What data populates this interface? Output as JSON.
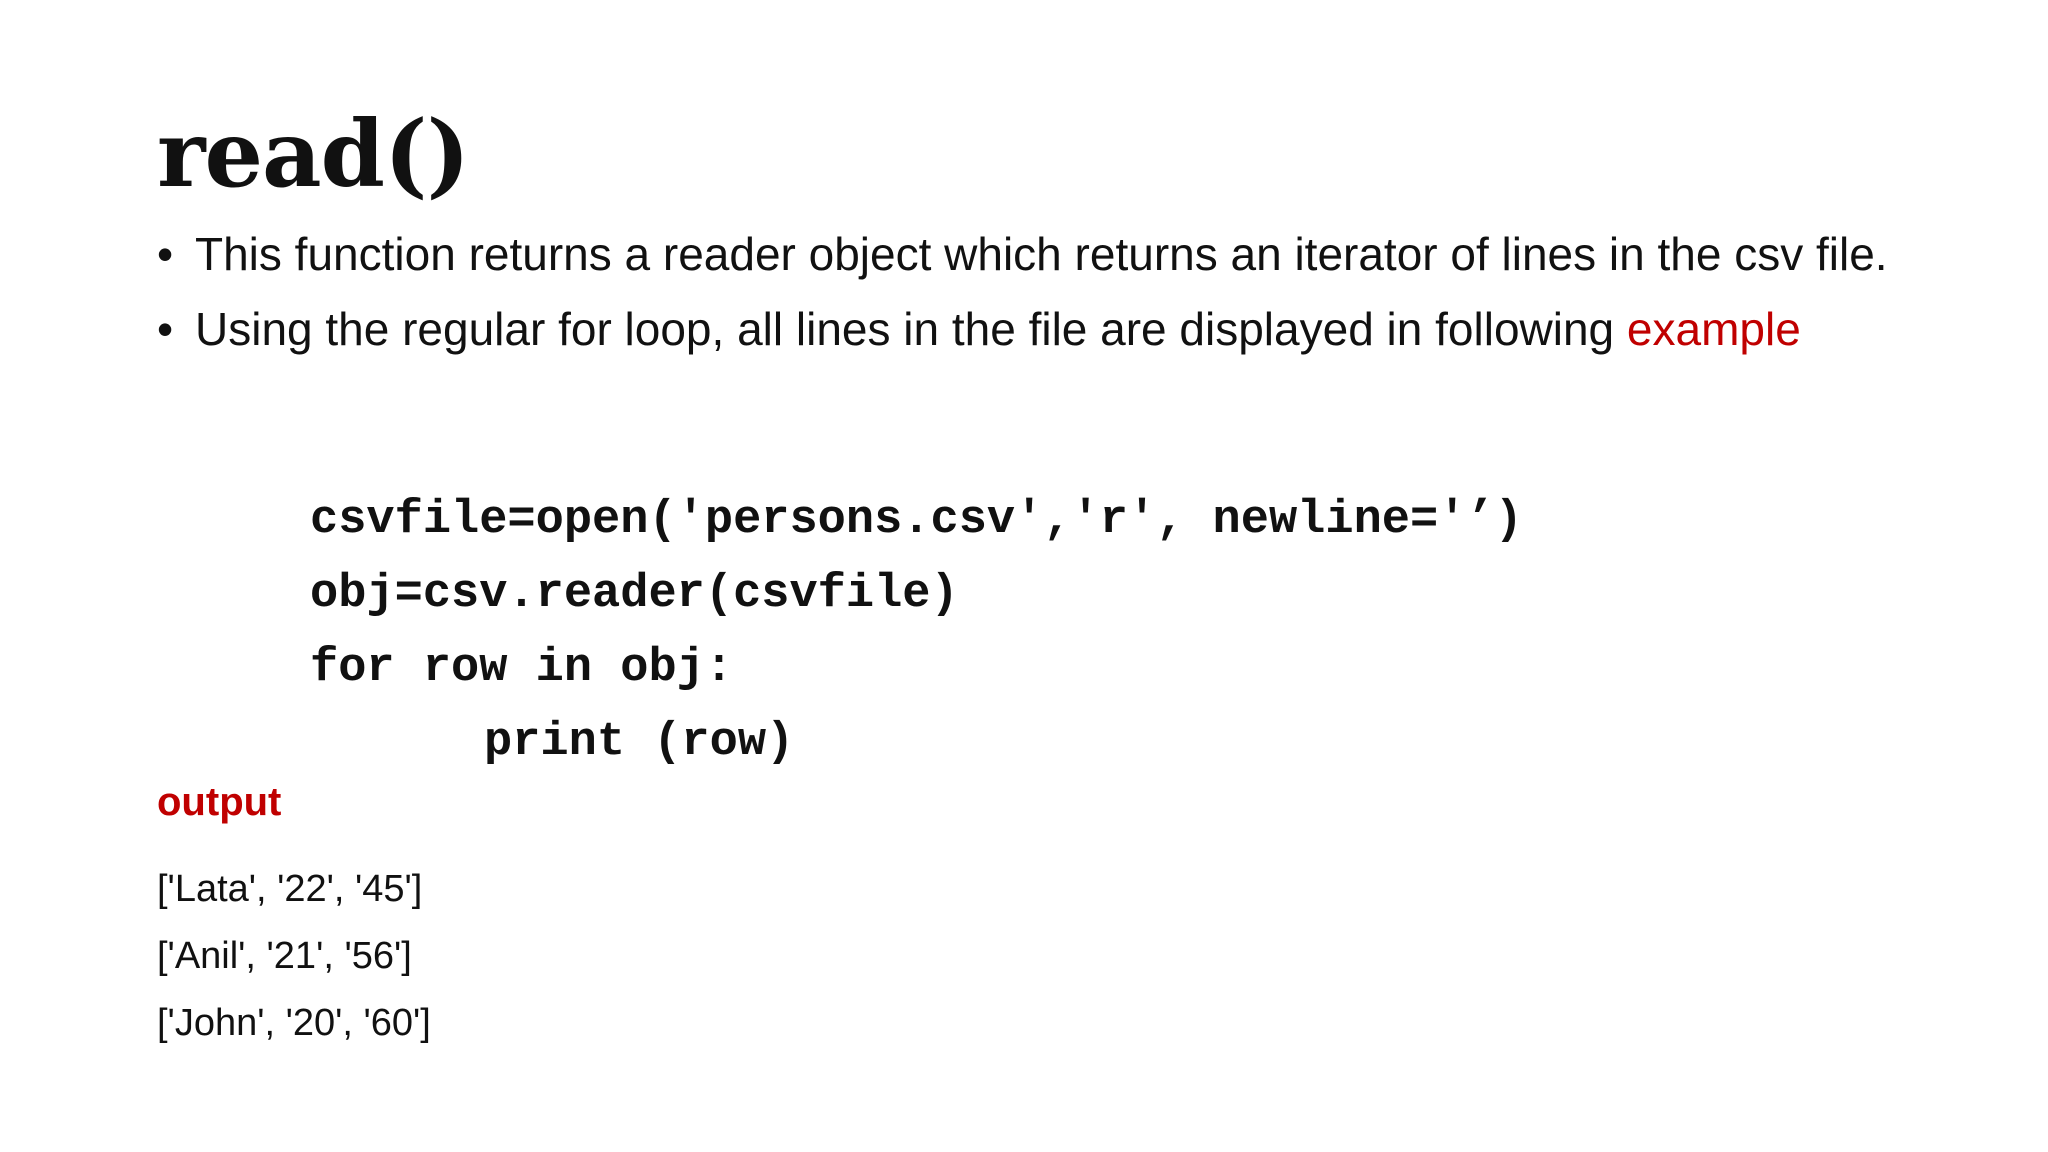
{
  "title": "read()",
  "bullets": [
    {
      "marker": "•",
      "text": "This function returns a reader object which returns an iterator of lines in the csv file.",
      "accent": ""
    },
    {
      "marker": "•",
      "text": "Using the regular for loop, all lines in the file are displayed in following ",
      "accent": "example"
    }
  ],
  "code": [
    "csvfile=open('persons.csv','r', newline='’)",
    "obj=csv.reader(csvfile)",
    "for row in obj:",
    "print (row)"
  ],
  "output": {
    "label": "output",
    "rows": [
      "['Lata', '22', '45']",
      "['Anil', '21', '56']",
      "['John', '20', '60']"
    ]
  },
  "colors": {
    "accent": "#c00000",
    "text": "#111111",
    "background": "#ffffff"
  }
}
